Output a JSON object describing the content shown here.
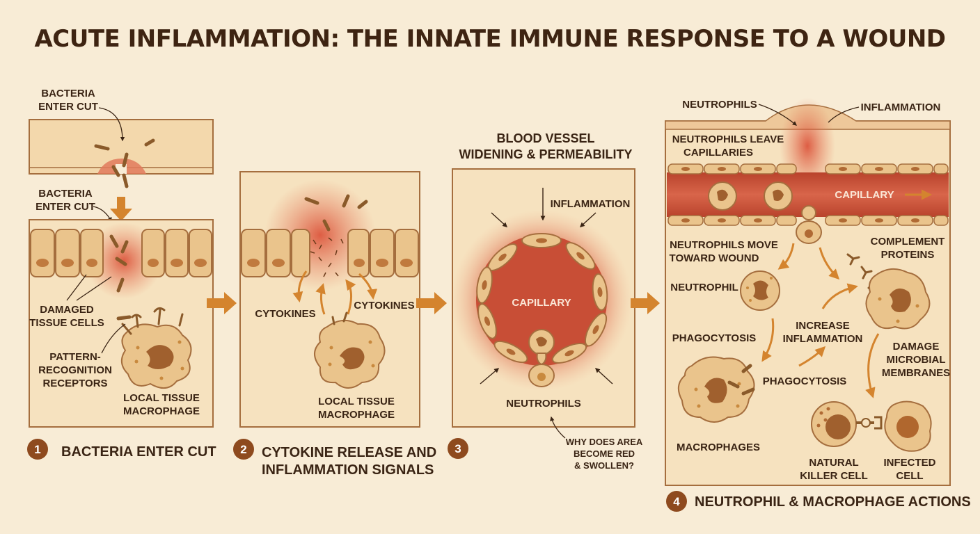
{
  "title": "ACUTE INFLAMMATION: THE INNATE IMMUNE RESPONSE TO A WOUND",
  "colors": {
    "background": "#f8ecd6",
    "panel": "#f6e2bf",
    "border": "#a56e3e",
    "cell": "#eac48c",
    "capillary": "#c84e36",
    "arrow": "#d4842e",
    "step_badge": "#8e4a1e"
  },
  "panel1": {
    "top_label_1": "BACTERIA",
    "top_label_2": "ENTER CUT",
    "mid_label_1": "BACTERIA",
    "mid_label_2": "ENTER CUT",
    "damaged_1": "DAMAGED",
    "damaged_2": "TISSUE CELLS",
    "prr_1": "PATTERN-",
    "prr_2": "RECOGNITION",
    "prr_3": "RECEPTORS",
    "macrophage_1": "LOCAL TISSUE",
    "macrophage_2": "MACROPHAGE",
    "step_number": "1",
    "step_caption": "BACTERIA ENTER CUT"
  },
  "panel2": {
    "cytokines_left": "CYTOKINES",
    "cytokines_right": "CYTOKINES",
    "macrophage_1": "LOCAL TISSUE",
    "macrophage_2": "MACROPHAGE",
    "step_number": "2",
    "step_caption_1": "CYTOKINE RELEASE AND",
    "step_caption_2": "INFLAMMATION SIGNALS"
  },
  "panel3": {
    "heading_1": "BLOOD VESSEL",
    "heading_2": "WIDENING & PERMEABILITY",
    "inflammation": "INFLAMMATION",
    "capillary": "CAPILLARY",
    "neutrophils": "NEUTROPHILS",
    "step_number": "3",
    "question_1": "WHY DOES AREA",
    "question_2": "BECOME RED",
    "question_3": "& SWOLLEN?"
  },
  "panel4": {
    "neutrophils_top": "NEUTROPHILS",
    "inflammation_top": "INFLAMMATION",
    "leave_1": "NEUTROPHILS LEAVE",
    "leave_2": "CAPILLARIES",
    "capillary": "CAPILLARY",
    "move_1": "NEUTROPHILS MOVE",
    "move_2": "TOWARD WOUND",
    "complement_1": "COMPLEMENT",
    "complement_2": "PROTEINS",
    "neutrophil": "NEUTROPHIL",
    "phagocytosis_left": "PHAGOCYTOSIS",
    "increase_1": "INCREASE",
    "increase_2": "INFLAMMATION",
    "damage_1": "DAMAGE",
    "damage_2": "MICROBIAL",
    "damage_3": "MEMBRANES",
    "phagocytosis_mid": "PHAGOCYTOSIS",
    "macrophages": "MACROPHAGES",
    "nk_1": "NATURAL",
    "nk_2": "KILLER CELL",
    "infected_1": "INFECTED",
    "infected_2": "CELL",
    "step_number": "4",
    "step_caption": "NEUTROPHIL & MACROPHAGE ACTIONS"
  }
}
